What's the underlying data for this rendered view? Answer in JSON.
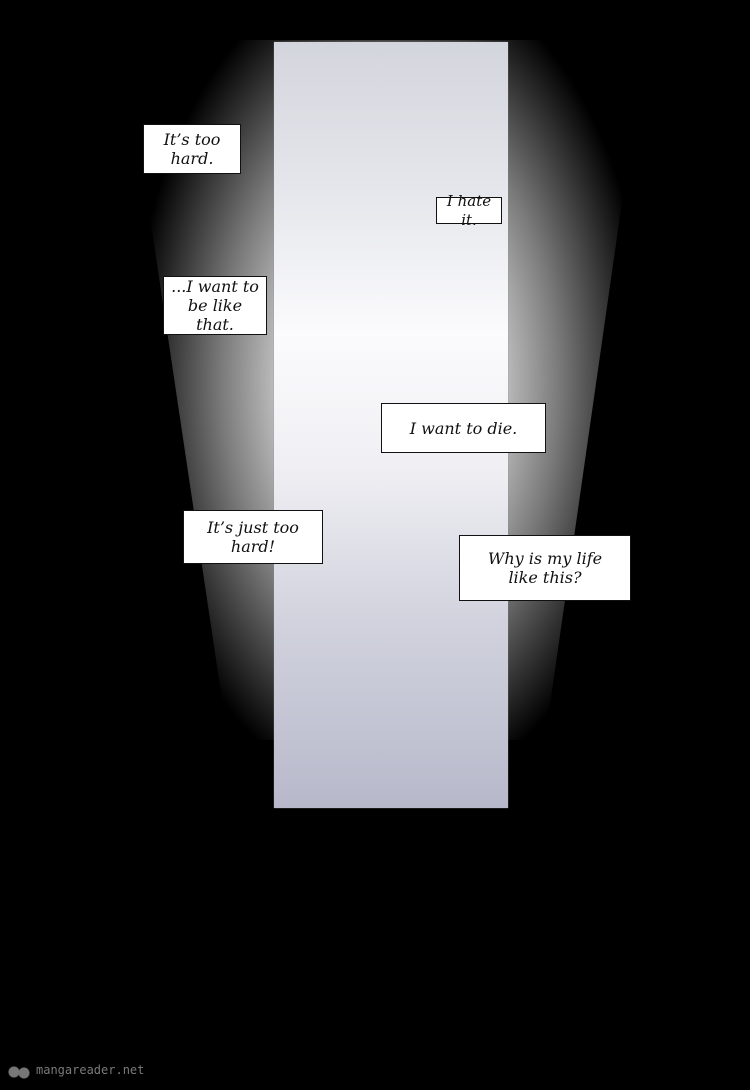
{
  "captions": [
    {
      "text": "It’s too\nhard."
    },
    {
      "text": "I hate it."
    },
    {
      "text": "...I want to\nbe like that."
    },
    {
      "text": "I want to die."
    },
    {
      "text": "It’s just too\nhard!"
    },
    {
      "text": "Why is my life\nlike this?"
    }
  ],
  "watermark": "mangareader.net"
}
